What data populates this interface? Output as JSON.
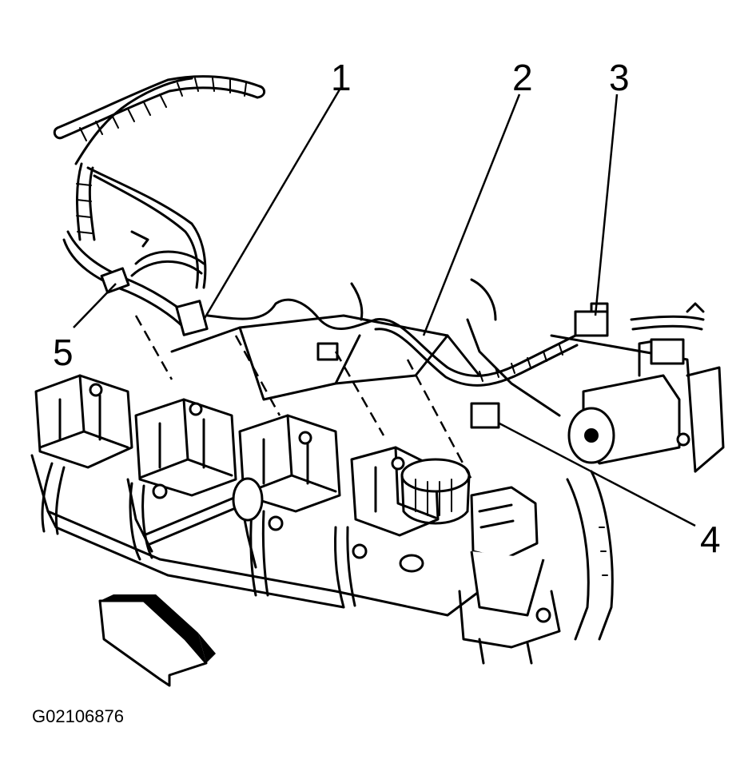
{
  "callouts": [
    {
      "id": "1",
      "label": "1"
    },
    {
      "id": "2",
      "label": "2"
    },
    {
      "id": "3",
      "label": "3"
    },
    {
      "id": "4",
      "label": "4"
    },
    {
      "id": "5",
      "label": "5"
    }
  ],
  "figure_id": "G02106876"
}
